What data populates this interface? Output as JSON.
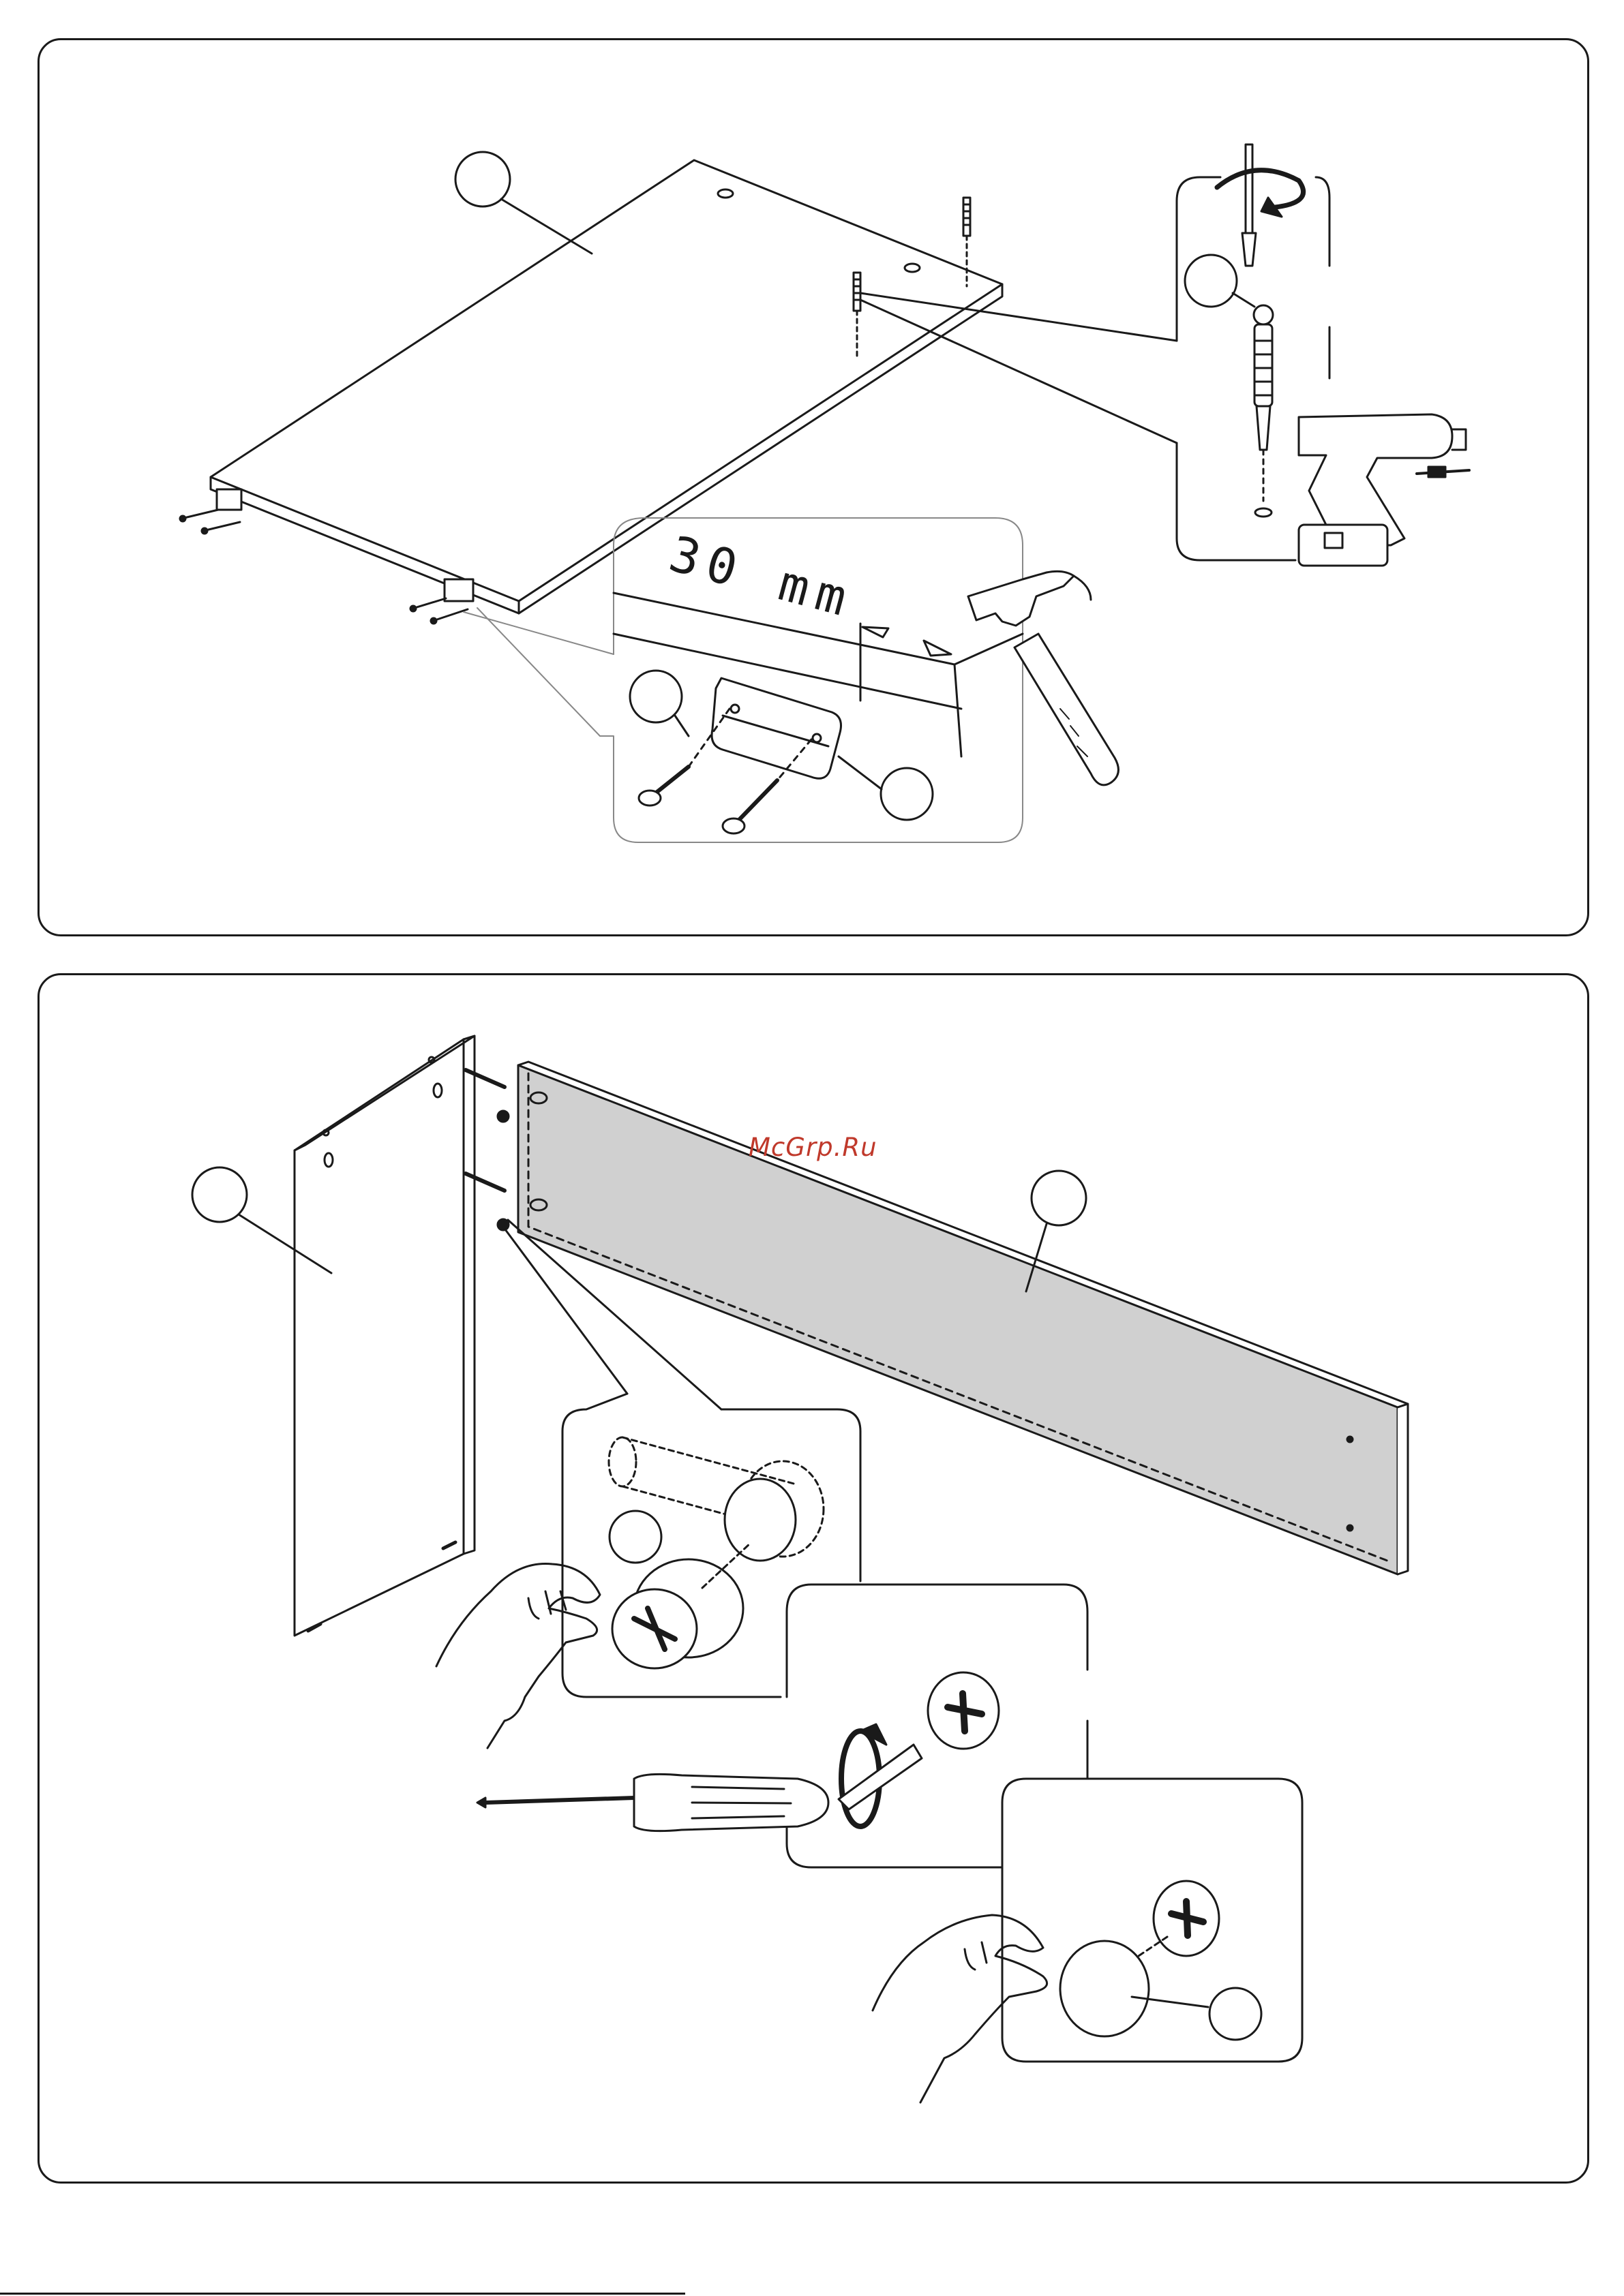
{
  "steps": [
    {
      "id": "step-top",
      "dimension": "30 mm",
      "callouts": [
        "",
        "",
        "",
        ""
      ]
    },
    {
      "id": "step-bottom",
      "callouts": [
        "",
        "",
        "",
        ""
      ]
    }
  ],
  "watermark": "McGrp.Ru",
  "icons": {
    "hammer": "hammer-icon",
    "drill": "power-drill-icon",
    "screwdriver": "screwdriver-icon",
    "hand": "hand-icon"
  },
  "colors": {
    "line": "#1a1a1a",
    "panel_fill": "#d0d0d0",
    "watermark": "#c0392b"
  }
}
